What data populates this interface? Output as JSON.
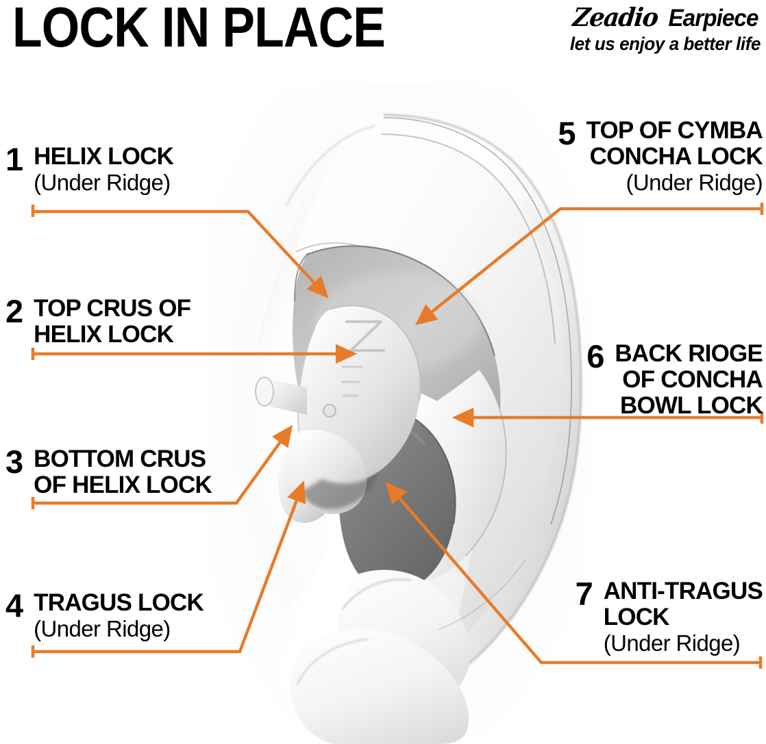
{
  "header": {
    "title": "LOCK IN PLACE",
    "brand_name": "Zeadio",
    "brand_product": "Earpiece",
    "brand_tagline": "let us enjoy a better life"
  },
  "colors": {
    "accent_orange": "#E87B28",
    "text_black": "#000000",
    "background": "#FFFFFF",
    "ear_light": "#F5F5F5",
    "ear_mid": "#C9C9C9",
    "ear_shadow": "#6E6E6E"
  },
  "illustration": {
    "subject": "ear-with-earpiece-diagram",
    "description": "Grayscale 3D rendered human ear with a transparent in-ear earpiece seated in the concha"
  },
  "callouts": [
    {
      "number": "1",
      "title": "HELIX LOCK",
      "subtitle": "(Under Ridge)",
      "side": "left"
    },
    {
      "number": "2",
      "title_line1": "TOP CRUS OF",
      "title_line2": "HELIX LOCK",
      "subtitle": "",
      "side": "left"
    },
    {
      "number": "3",
      "title_line1": "BOTTOM CRUS",
      "title_line2": "OF HELIX LOCK",
      "subtitle": "",
      "side": "left"
    },
    {
      "number": "4",
      "title": "TRAGUS LOCK",
      "subtitle": "(Under Ridge)",
      "side": "left"
    },
    {
      "number": "5",
      "title_line1": "TOP OF CYMBA",
      "title_line2": "CONCHA LOCK",
      "subtitle": "(Under Ridge)",
      "side": "right"
    },
    {
      "number": "6",
      "title_line1": "BACK RIOGE",
      "title_line2": "OF CONCHA",
      "title_line3": "BOWL LOCK",
      "subtitle": "",
      "side": "right"
    },
    {
      "number": "7",
      "title_line1": "ANTI-TRAGUS",
      "title_line2": "LOCK",
      "subtitle": "(Under Ridge)",
      "side": "right"
    }
  ]
}
